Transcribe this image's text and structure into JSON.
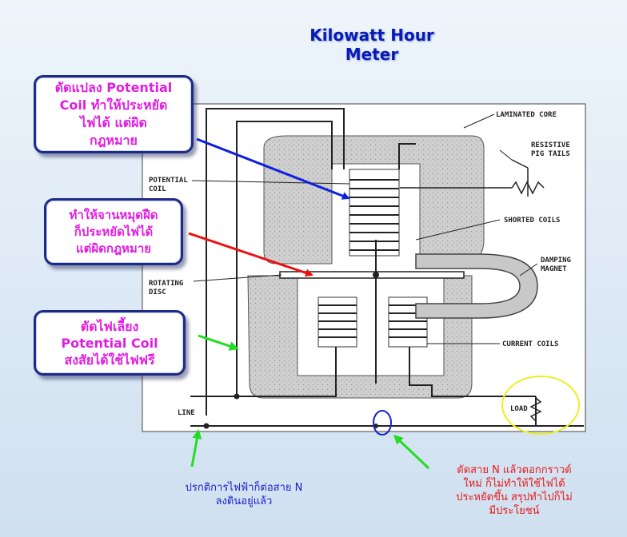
{
  "title": {
    "line1": "Kilowatt  Hour",
    "line2": "Meter"
  },
  "callouts": {
    "potential_coil_modify": {
      "line1": "ดัดแปลง Potential",
      "line2": "Coil ทำให้ประหยัด",
      "line3": "ไฟได้  แต่ผิด",
      "line4": "กฎหมาย"
    },
    "stop_disc": {
      "line1": "ทำให้จานหมุดฝืด",
      "line2": "ก็ประหยัดไฟได้",
      "line3": "แต่ผิดกฎหมาย"
    },
    "bypass_potential_coil": {
      "line1": "ตัดไฟเลี้ยง",
      "line2": "Potential Coil",
      "line3": "สงสัยได้ใช้ไฟฟรี"
    }
  },
  "notes": {
    "neutral_grounded": {
      "line1": "ปรกติการไฟฟ้าก็ต่อสาย N",
      "line2": "ลงดินอยู่แล้ว"
    },
    "cut_neutral": {
      "line1": "ตัดสาย N  แล้วตอกกราวด์",
      "line2": "ใหม่ ก็ไม่ทำให้ใช้ไฟได้",
      "line3": "ประหยัดขึ้น  สรุปทำไปก็ไม่",
      "line4": "มีประโยชน์"
    }
  },
  "diagram_labels": {
    "laminated_core": "LAMINATED CORE",
    "resistive_1": "RESISTIVE",
    "resistive_2": "PIG TAILS",
    "potential_1": "POTENTIAL",
    "potential_2": "COIL",
    "shorted_coils": "SHORTED COILS",
    "damping_1": "DAMPING",
    "damping_2": "MAGNET",
    "rotating_1": "ROTATING",
    "rotating_2": "DISC",
    "current_coils": "CURRENT COILS",
    "load": "LOAD",
    "line": "LINE"
  },
  "colors": {
    "title": "#0a1ab8",
    "callout_text": "#e01ee0",
    "callout_border": "#1d2a86",
    "arrow_blue": "#1020e0",
    "arrow_red": "#ee1010",
    "arrow_green": "#22dd22",
    "note_blue": "#1a22c8",
    "note_red": "#e81a1a",
    "highlight_ellipse": "#eeee22"
  }
}
